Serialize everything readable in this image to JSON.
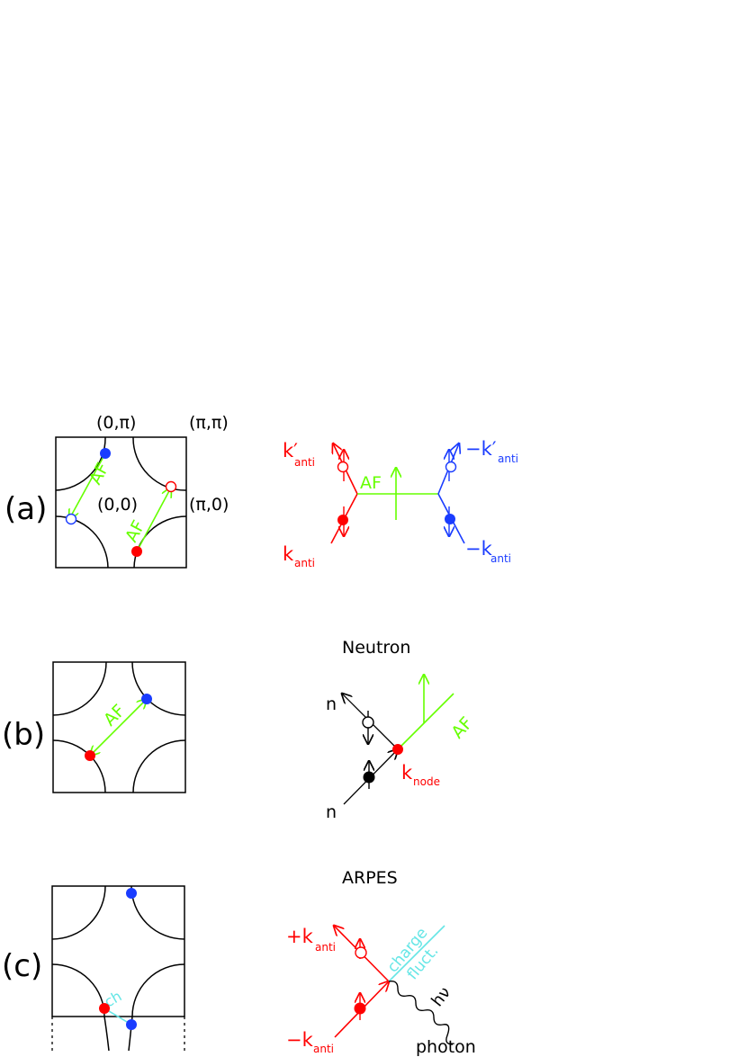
{
  "colors": {
    "red": "#ff0000",
    "blue": "#1a3cff",
    "green": "#66ff00",
    "cyan": "#66e6e6",
    "black": "#000000"
  },
  "panel_a": {
    "label": "(a)",
    "corner_top_left": "(0,π)",
    "corner_top_right": "(π,π)",
    "center": "(0,0)",
    "corner_right": "(π,0)",
    "af_upper": "AF",
    "af_lower": "AF",
    "diagram": {
      "k_prime_anti": "k′",
      "k_prime_anti_sub": "anti",
      "k_anti": "k",
      "k_anti_sub": "anti",
      "af": "AF",
      "neg_k_prime_anti": "−k′",
      "neg_k_prime_anti_sub": "anti",
      "neg_k_anti": "−k",
      "neg_k_anti_sub": "anti"
    }
  },
  "panel_b": {
    "label": "(b)",
    "af": "AF",
    "title": "Neutron",
    "diagram": {
      "n_top": "n",
      "n_bottom": "n",
      "k_node": "k",
      "k_node_sub": "node",
      "af": "AF"
    }
  },
  "panel_c": {
    "label": "(c)",
    "ch": "ch",
    "title": "ARPES",
    "diagram": {
      "pos_k_anti": "+k",
      "pos_k_anti_sub": "anti",
      "neg_k_anti": "−k",
      "neg_k_anti_sub": "anti",
      "charge": "charge",
      "fluct": "fluct.",
      "hv": "hν",
      "photon": "photon"
    }
  }
}
